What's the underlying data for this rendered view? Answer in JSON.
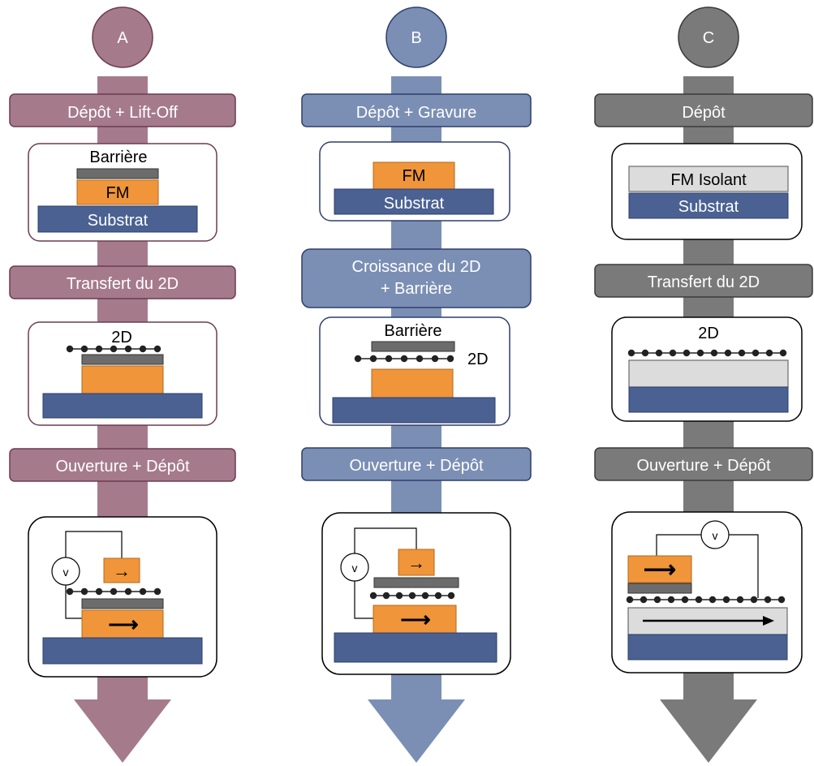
{
  "colors": {
    "A": {
      "main": "#a57b8c",
      "dark": "#6d3b50",
      "accent": "#6d3b50"
    },
    "B": {
      "main": "#7b8fb5",
      "dark": "#2f3f6b",
      "accent": "#2f3f6b"
    },
    "C": {
      "main": "#7a7a7a",
      "dark": "#3a3a3a",
      "accent": "#000000"
    },
    "fm": "#f0953a",
    "fm_edge": "#b06a1e",
    "substrate": "#4a6192",
    "barrier": "#6c6c6c",
    "insulator": "#dcdcdc"
  },
  "columns": {
    "A": {
      "badge": "A",
      "step1": "Dépôt + Lift-Off",
      "step2": "Transfert du 2D",
      "step3": "Ouverture + Dépôt",
      "box1": {
        "barrier": "Barrière",
        "fm": "FM",
        "substrate": "Substrat"
      },
      "box2": {
        "twod": "2D"
      },
      "box4": {
        "voltmeter": "v"
      }
    },
    "B": {
      "badge": "B",
      "step1": "Dépôt + Gravure",
      "step2_line1": "Croissance du 2D",
      "step2_line2": "+ Barrière",
      "step3": "Ouverture + Dépôt",
      "box1": {
        "fm": "FM",
        "substrate": "Substrat"
      },
      "box2": {
        "barrier": "Barrière",
        "twod": "2D"
      },
      "box4": {
        "voltmeter": "v"
      }
    },
    "C": {
      "badge": "C",
      "step1": "Dépôt",
      "step2": "Transfert du 2D",
      "step3": "Ouverture + Dépôt",
      "box1": {
        "insulator": "FM Isolant",
        "substrate": "Substrat"
      },
      "box2": {
        "twod": "2D"
      },
      "box4": {
        "voltmeter": "v"
      }
    }
  }
}
